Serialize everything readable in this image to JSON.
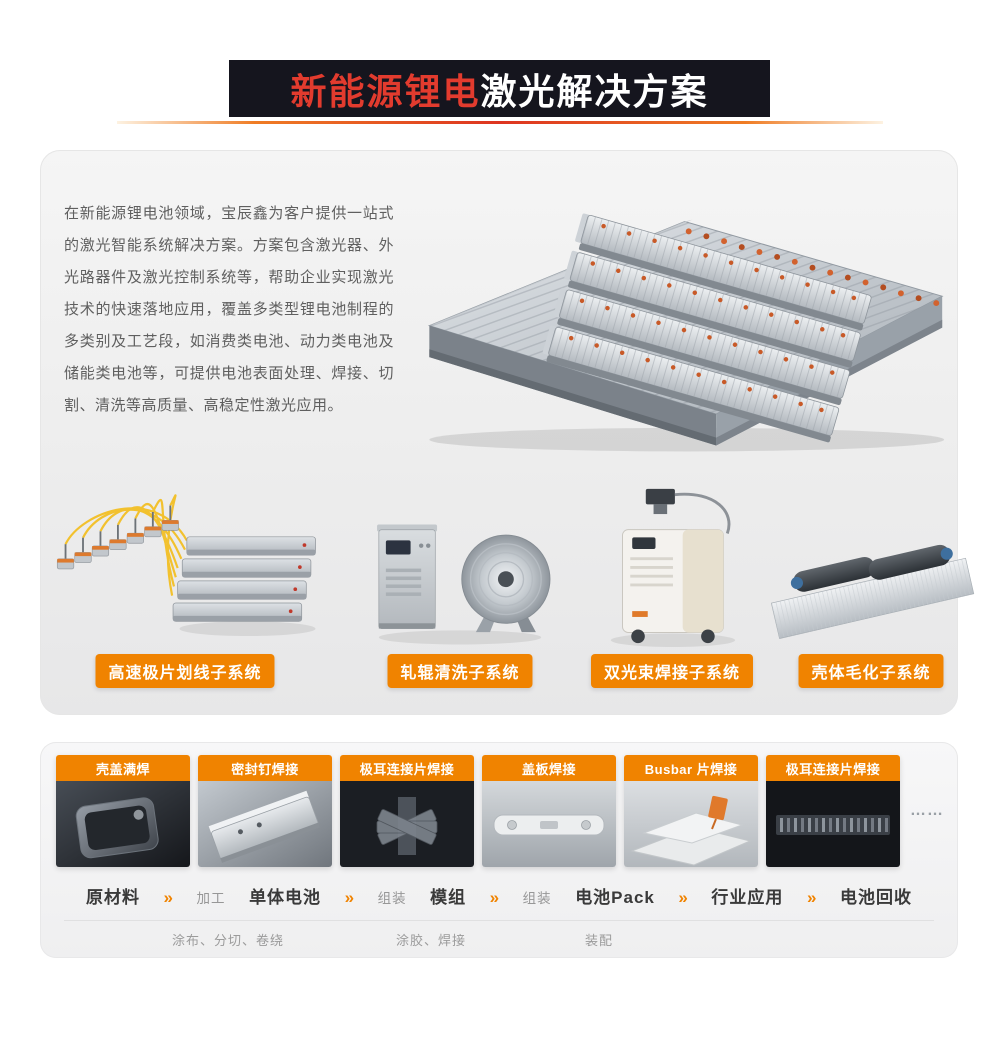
{
  "title": {
    "highlight": "新能源锂电",
    "rest": "激光解决方案"
  },
  "intro": {
    "text": "在新能源锂电池领域，宝辰鑫为客户提供一站式的激光智能系统解决方案。方案包含激光器、外光路器件及激光控制系统等，帮助企业实现激光技术的快速落地应用，覆盖多类型锂电池制程的多类别及工艺段，如消费类电池、动力类电池及储能类电池等，可提供电池表面处理、焊接、切割、清洗等高质量、高稳定性激光应用。"
  },
  "hero": {
    "image": "battery-pack-illustration"
  },
  "subsystems": [
    {
      "label": "高速极片划线子系统",
      "icon": "fiber-laser-array-icon"
    },
    {
      "label": "轧辊清洗子系统",
      "icon": "roller-cleaning-machine-icon"
    },
    {
      "label": "双光束焊接子系统",
      "icon": "dual-beam-welder-icon"
    },
    {
      "label": "壳体毛化子系统",
      "icon": "shell-texturing-rollers-icon"
    }
  ],
  "process_tiles": [
    {
      "label": "壳盖满焊",
      "image": "cell-cover-weld-photo"
    },
    {
      "label": "密封钉焊接",
      "image": "sealing-pin-weld-photo"
    },
    {
      "label": "极耳连接片焊接",
      "image": "tab-connector-weld-photo"
    },
    {
      "label": "盖板焊接",
      "image": "cover-plate-weld-photo"
    },
    {
      "label": "Busbar 片焊接",
      "image": "busbar-weld-photo"
    },
    {
      "label": "极耳连接片焊接",
      "image": "tab-connector-weld-photo-2"
    }
  ],
  "process_more": "……",
  "flow": {
    "items": [
      {
        "text": "原材料",
        "type": "stage"
      },
      {
        "text": "»",
        "type": "arrow"
      },
      {
        "text": "加工",
        "type": "step"
      },
      {
        "text": "单体电池",
        "type": "stage"
      },
      {
        "text": "»",
        "type": "arrow"
      },
      {
        "text": "组装",
        "type": "step"
      },
      {
        "text": "模组",
        "type": "stage"
      },
      {
        "text": "»",
        "type": "arrow"
      },
      {
        "text": "组装",
        "type": "step"
      },
      {
        "text": "电池Pack",
        "type": "stage"
      },
      {
        "text": "»",
        "type": "arrow"
      },
      {
        "text": "行业应用",
        "type": "stage"
      },
      {
        "text": "»",
        "type": "arrow"
      },
      {
        "text": "电池回收",
        "type": "stage"
      }
    ],
    "details": [
      "涂布、分切、卷绕",
      "涂胶、焊接",
      "装配"
    ]
  },
  "colors": {
    "accent_orange": "#F08300",
    "title_red": "#E23B2E",
    "banner_bg": "#15151E"
  }
}
